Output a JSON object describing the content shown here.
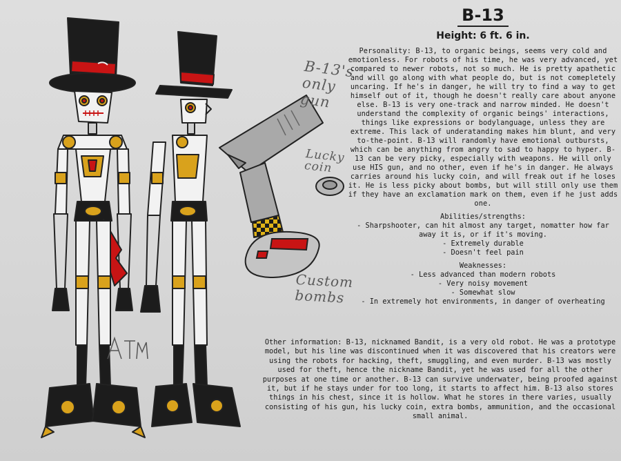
{
  "sheet": {
    "title": "B-13",
    "height": "Height: 6 ft. 6 in."
  },
  "sketch_labels": {
    "gun": "B-13's\nonly\ngun",
    "coin": "Lucky\ncoin",
    "bombs": "Custom\nbombs",
    "signature": "ATM"
  },
  "personality": "Personality: B-13, to organic beings, seems very cold and emotionless. For robots of his time, he was very advanced, yet compared to newer robots, not so much. He is pretty apathetic and will go along with what people do, but is not comepletely uncaring. If he's in danger, he will try to find a way to get himself out of it, though he doesn't really care about anyone else. B-13 is very one-track and narrow minded. He doesn't understand the complexity of organic beings' interactions, things like expressions or bodylanguage, unless they are extreme. This lack of underatanding makes him blunt, and very to-the-point. B-13 will randomly have emotional outbursts, which can be anything from angry to sad to happy to hyper. B-13 can be very picky, especially with weapons. He will only use HIS gun, and no other, even if he's in danger. He always carries around his lucky coin, and will freak out if he loses it. He is less picky about bombs, but will still only use them if they have an exclamation mark on them, even if he just adds one.",
  "abilities": {
    "title": "Abilities/strengths:",
    "items": [
      "- Sharpshooter, can hit almost any target, nomatter how far away it is, or if it's moving.",
      "- Extremely durable",
      "- Doesn't feel pain"
    ]
  },
  "weaknesses": {
    "title": "Weaknesses:",
    "items": [
      "- Less advanced than modern robots",
      "- Very noisy movement",
      "- Somewhat slow",
      "- In extremely hot environments, in danger of overheating"
    ]
  },
  "other": "Other information: B-13, nicknamed Bandit, is a very old robot. He was a prototype model, but his line was discontinued when it was discovered that his creators were using the robots for hacking, theft, smuggling, and even murder. B-13 was mostly used for theft, hence the nickname Bandit, yet he was used for all the other purposes at one time or another. B-13 can survive underwater, being proofed against it, but if he stays under for too long, it starts to affect him. B-13 also stores things in his chest, since it is hollow. What he stores in there varies, usually consisting of his gun, his lucky coin, extra bombs, ammunition, and the occasional small animal.",
  "colors": {
    "background": "#d4d4d4",
    "hat": "#1c1c1c",
    "accent_red": "#c81414",
    "gold": "#d9a21c",
    "body_white": "#f2f2f2",
    "gun_gray": "#a9a9a9"
  }
}
